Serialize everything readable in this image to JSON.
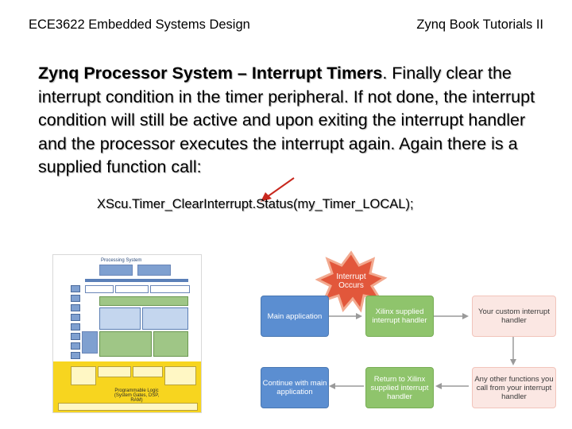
{
  "header": {
    "left": "ECE3622 Embedded Systems Design",
    "right": "Zynq Book Tutorials II"
  },
  "slide": {
    "bold_lead": "Zynq Processor System – Interrupt Timers",
    "body": ". Finally clear the interrupt condition in the timer peripheral. If not done, the interrupt condition will still be active and upon exiting the interrupt handler and the processor executes the interrupt again. Again there is a supplied function call:",
    "function_call": "XScu.Timer_ClearInterrupt.Status(my_Timer_LOCAL);"
  },
  "zynq_diagram": {
    "ps_label": "Processing System",
    "pl_label": "Programmable Logic (System Gates, DSP, RAM)"
  },
  "flowchart": {
    "interrupt": "Interrupt Occurs",
    "main_app": "Main application",
    "xilinx_handler": "Xilinx supplied interrupt handler",
    "custom_handler": "Your custom interrupt handler",
    "other_functions": "Any other functions you call from your interrupt handler",
    "return_xilinx": "Return to Xilinx supplied interrupt handler",
    "continue_main": "Continue with main application"
  },
  "colors": {
    "pointer_arrow": "#c8281e",
    "flow_blue": "#5b8ed1",
    "flow_green": "#8fc46c",
    "flow_pink": "#fbe7e3",
    "burst": "#e2573b",
    "pl_yellow": "#f7d51f"
  }
}
